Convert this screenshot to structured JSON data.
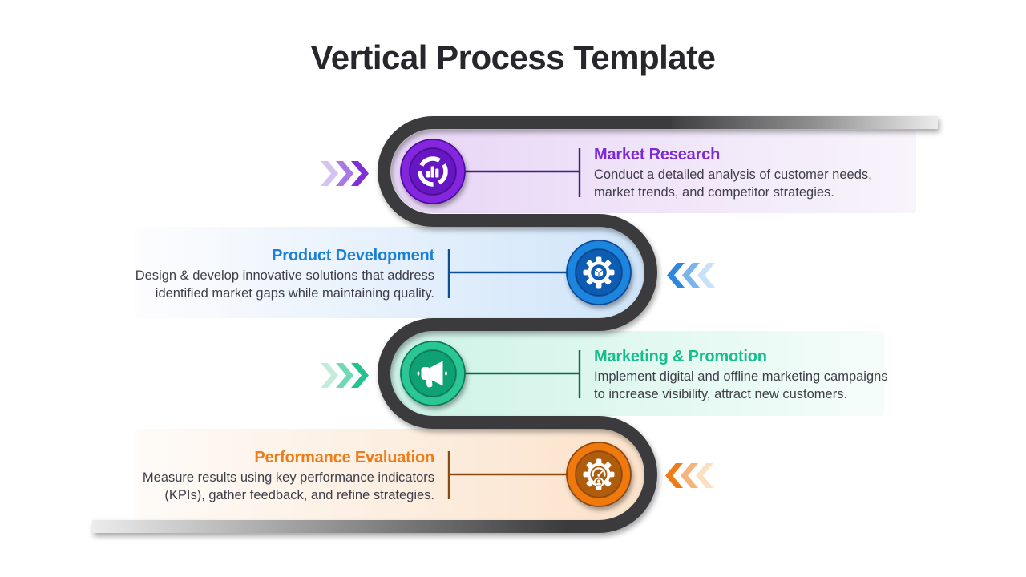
{
  "slide": {
    "title": "Vertical Process Template",
    "title_color": "#26262c",
    "background": "#ffffff",
    "body_text_color": "#3f3e48"
  },
  "process_path": {
    "color": "#3a3a3c",
    "fade_color": "#ececec"
  },
  "steps": [
    {
      "title": "Market Research",
      "description_lines": [
        "Conduct a detailed analysis of customer needs,",
        "market trends, and competitor strategies."
      ],
      "side": "right",
      "icon": "pie-chart-icon",
      "colors": {
        "accent": "#8526df",
        "accent_dark": "#6614c4",
        "ring": "#4d0fa4",
        "heading": "#7c2ad8",
        "connector": "#45207a",
        "panel_from": "#e8d5f6",
        "panel_to": "#f8f4fb",
        "chevrons": [
          "#d6c2f0",
          "#a878e6",
          "#7e2fd8"
        ]
      }
    },
    {
      "title": "Product Development",
      "description_lines": [
        "Design & develop innovative solutions that address",
        "identified market gaps while maintaining quality."
      ],
      "side": "left",
      "icon": "gear-cube-icon",
      "colors": {
        "accent": "#1d85de",
        "accent_dark": "#0d5cb4",
        "ring": "#0a4a96",
        "heading": "#1a7fd6",
        "connector": "#0d4f96",
        "panel_from": "#fdfdfe",
        "panel_to": "#cfe4f9",
        "chevrons": [
          "#2f86dd",
          "#79b4ec",
          "#c9e1f8"
        ]
      }
    },
    {
      "title": "Marketing & Promotion",
      "description_lines": [
        "Implement digital and offline marketing campaigns",
        "to increase visibility, attract new customers."
      ],
      "side": "right",
      "icon": "megaphone-icon",
      "colors": {
        "accent": "#2bc693",
        "accent_dark": "#0ca173",
        "ring": "#0a7a58",
        "heading": "#17bd8c",
        "connector": "#0b6b4e",
        "panel_from": "#cdf3e6",
        "panel_to": "#f5fdfa",
        "chevrons": [
          "#c3ecdc",
          "#70d8b4",
          "#25c18e"
        ]
      }
    },
    {
      "title": "Performance Evaluation",
      "description_lines": [
        "Measure results using key performance indicators",
        "(KPIs), gather feedback, and refine strategies."
      ],
      "side": "left",
      "icon": "gauge-gear-icon",
      "colors": {
        "accent": "#ef790f",
        "accent_dark": "#b05c10",
        "ring": "#8a4a12",
        "heading": "#ee7d1a",
        "connector": "#8a4a12",
        "panel_from": "#fefbf8",
        "panel_to": "#fbe2ca",
        "chevrons": [
          "#ef7c16",
          "#f5b47c",
          "#fadfc3"
        ]
      }
    }
  ]
}
